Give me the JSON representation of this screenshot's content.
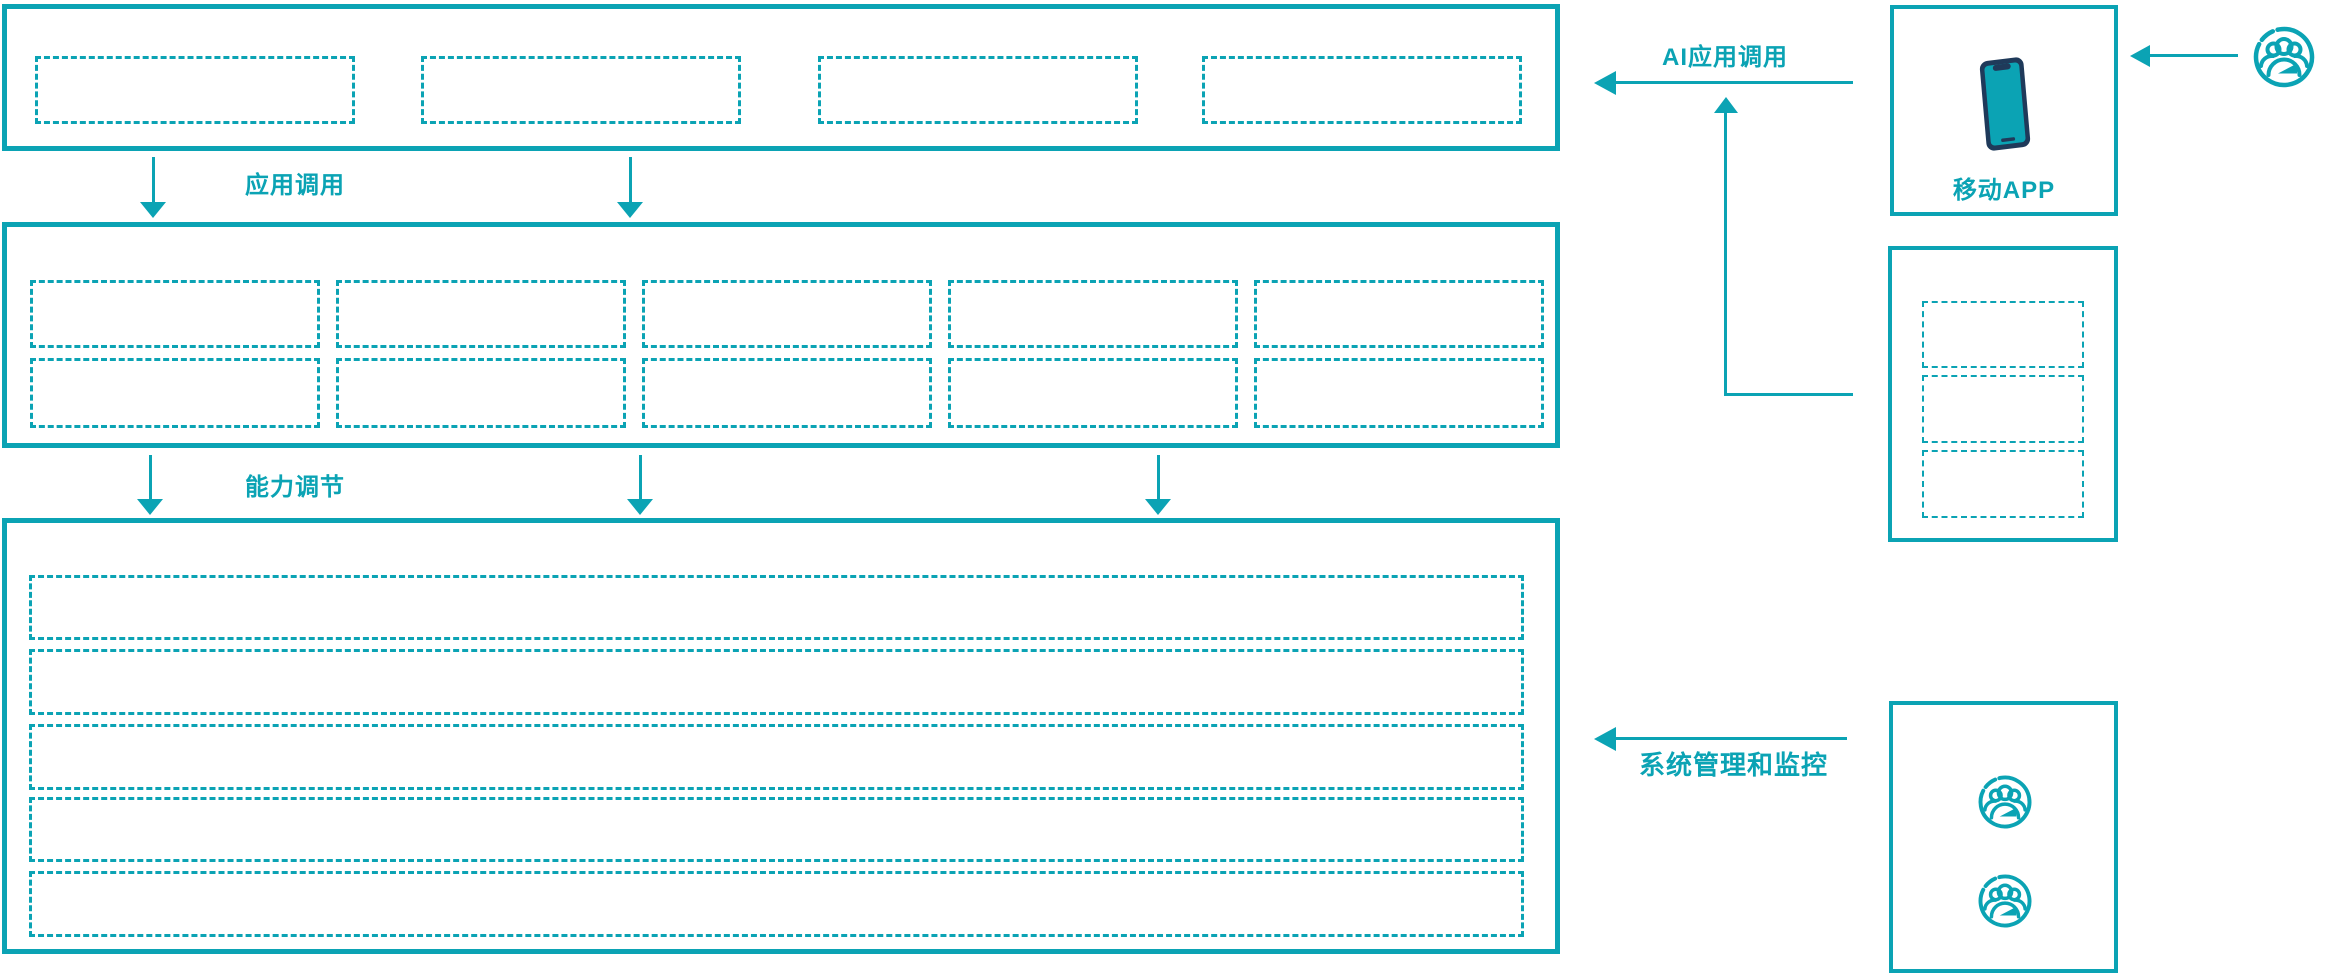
{
  "colors": {
    "accent_teal": "#0ba3b4",
    "phone_navy": "#1f3a5a",
    "background": "#ffffff"
  },
  "labels": {
    "app_call": "应用调用",
    "capability_adjust": "能力调节",
    "ai_app_call": "AI应用调用",
    "system_management": "系统管理和监控",
    "mobile_app": "移动APP"
  },
  "diagram": {
    "type": "architecture-flow",
    "top_band_empty_slots": 4,
    "middle_band_empty_slots": 10,
    "bottom_band_empty_rows": 5,
    "right_panel_empty_slots": 3,
    "admin_panel_user_icons": 2
  },
  "icons": {
    "mobile_phone": "mobile-phone-icon",
    "user_top_right": "users-group-icon",
    "admin_user_1": "users-group-icon",
    "admin_user_2": "users-group-icon"
  }
}
